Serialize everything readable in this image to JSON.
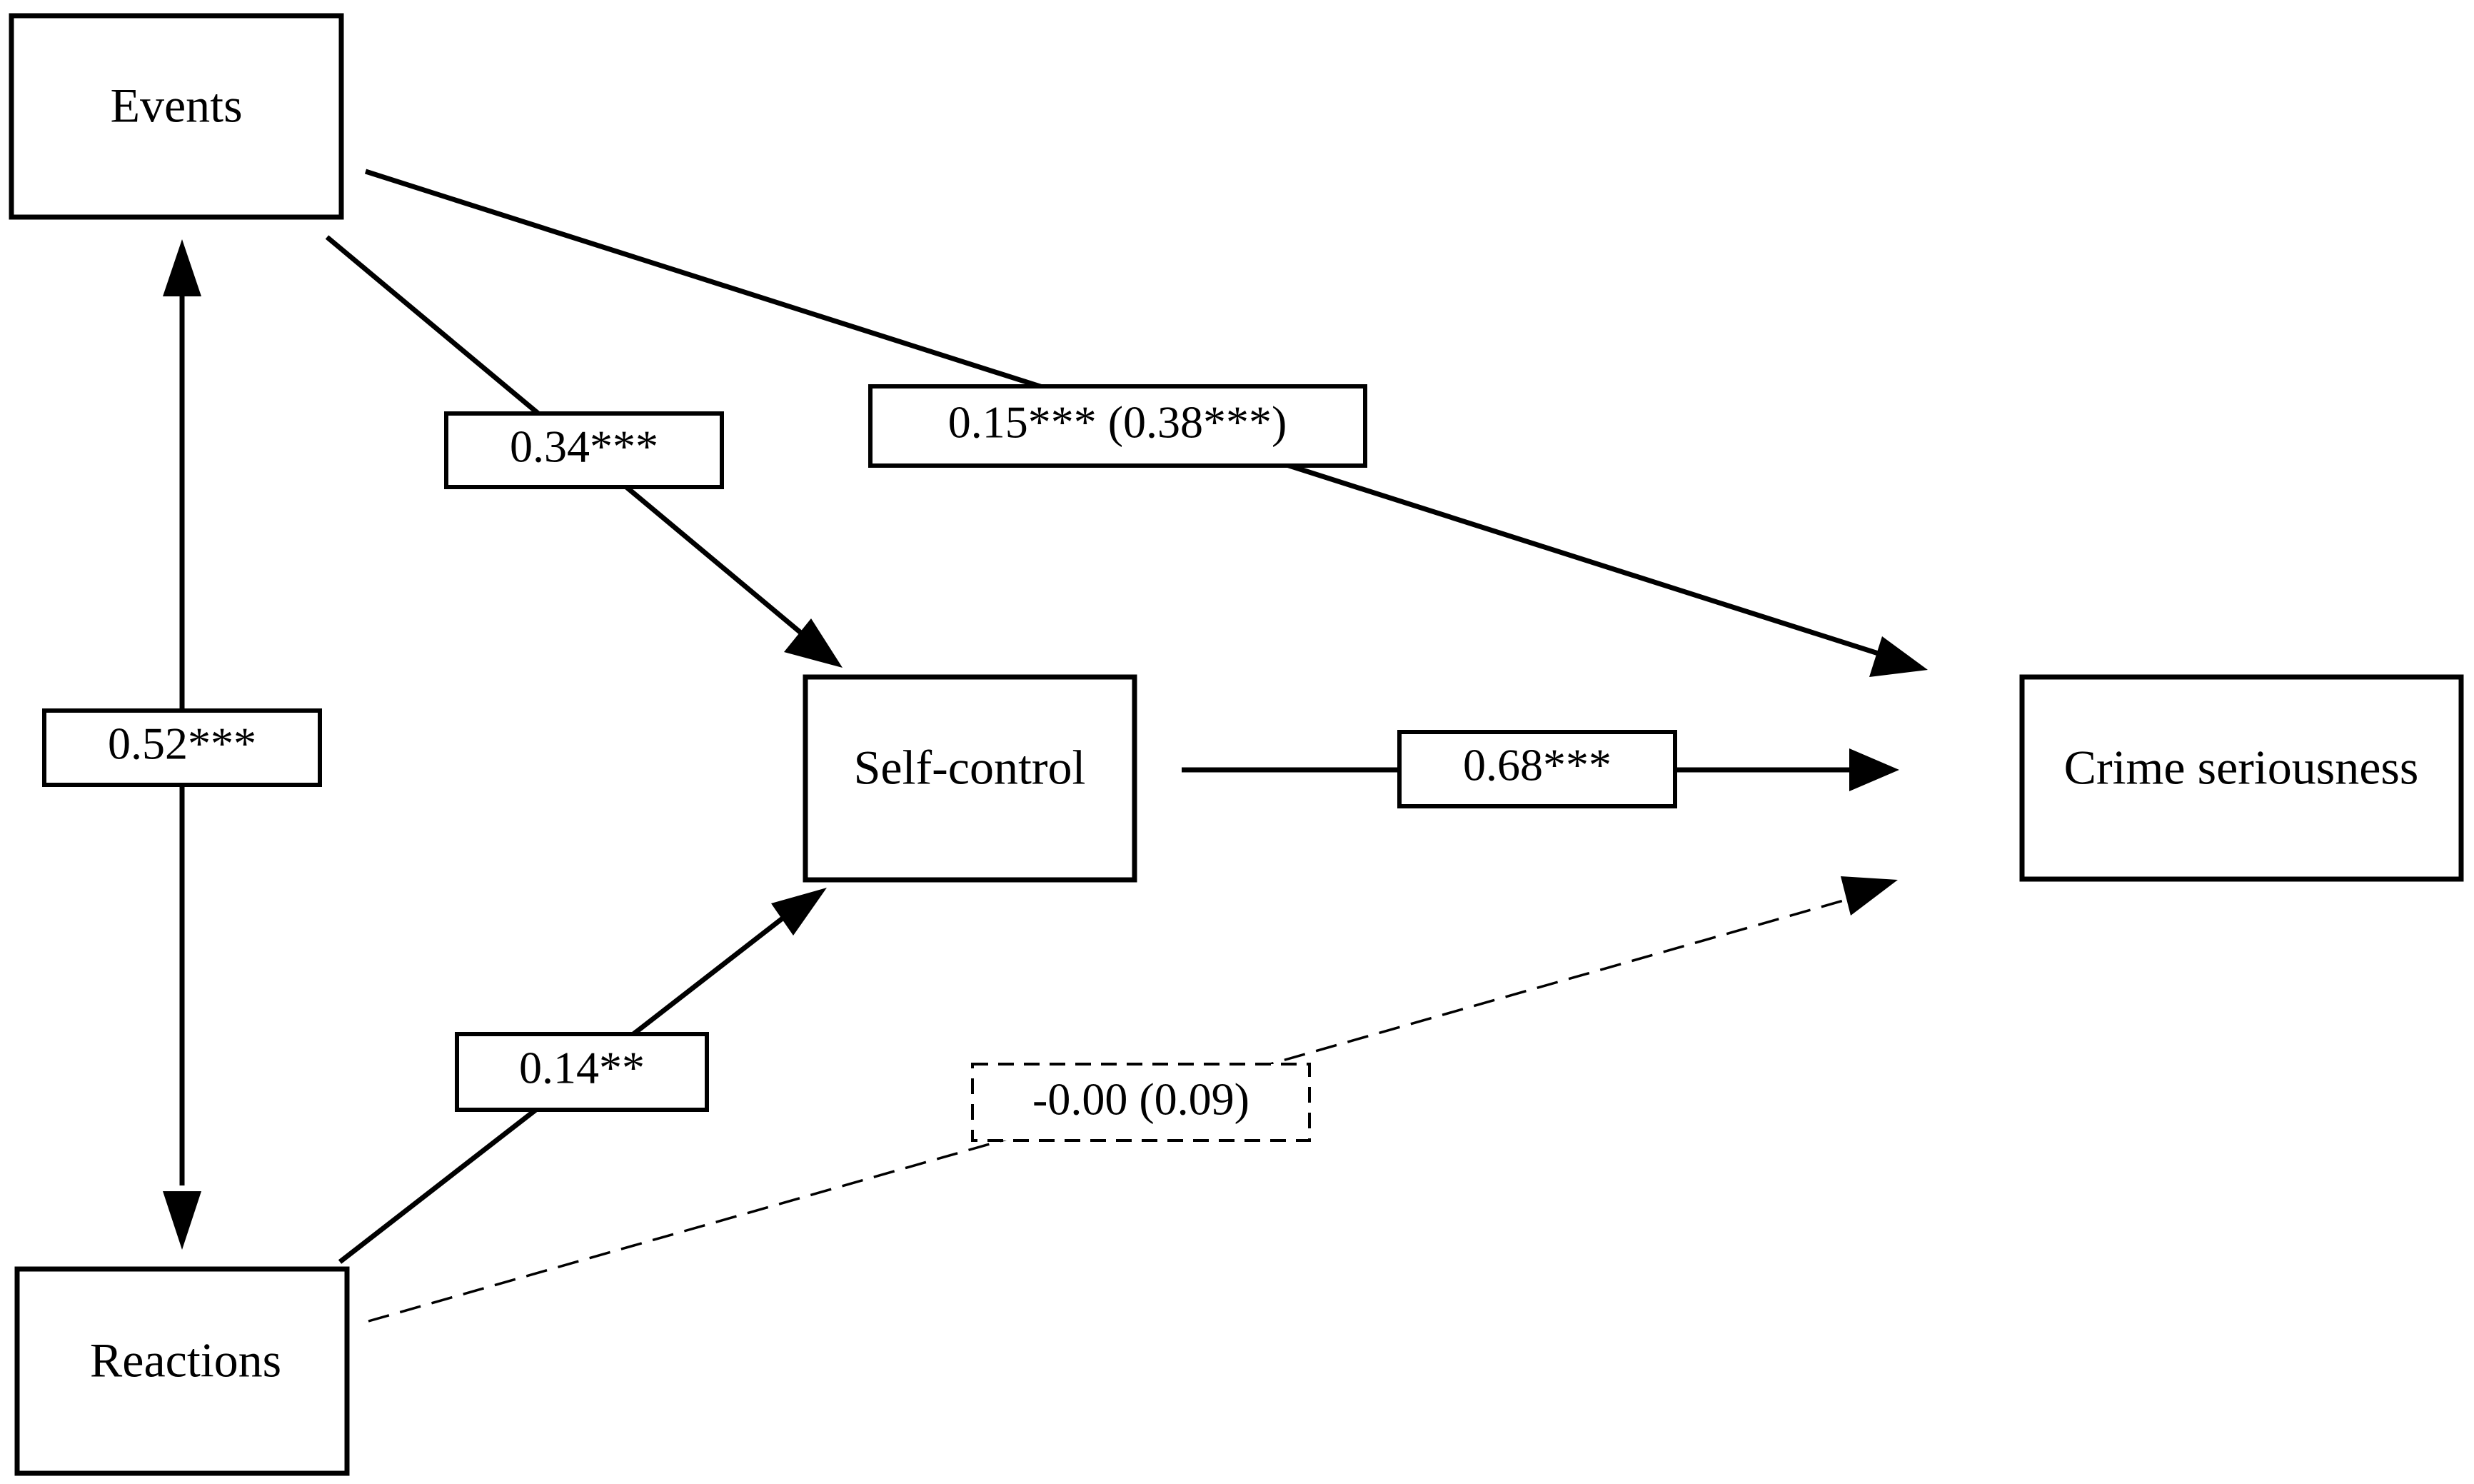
{
  "nodes": {
    "events": "Events",
    "reactions": "Reactions",
    "self_control": "Self-control",
    "crime_seriousness": "Crime seriousness"
  },
  "paths": {
    "events_reactions": "0.52***",
    "events_self_control": "0.34***",
    "events_crime": "0.15*** (0.38***)",
    "self_control_crime": "0.68***",
    "reactions_self_control": "0.14**",
    "reactions_crime": "-0.00 (0.09)"
  }
}
